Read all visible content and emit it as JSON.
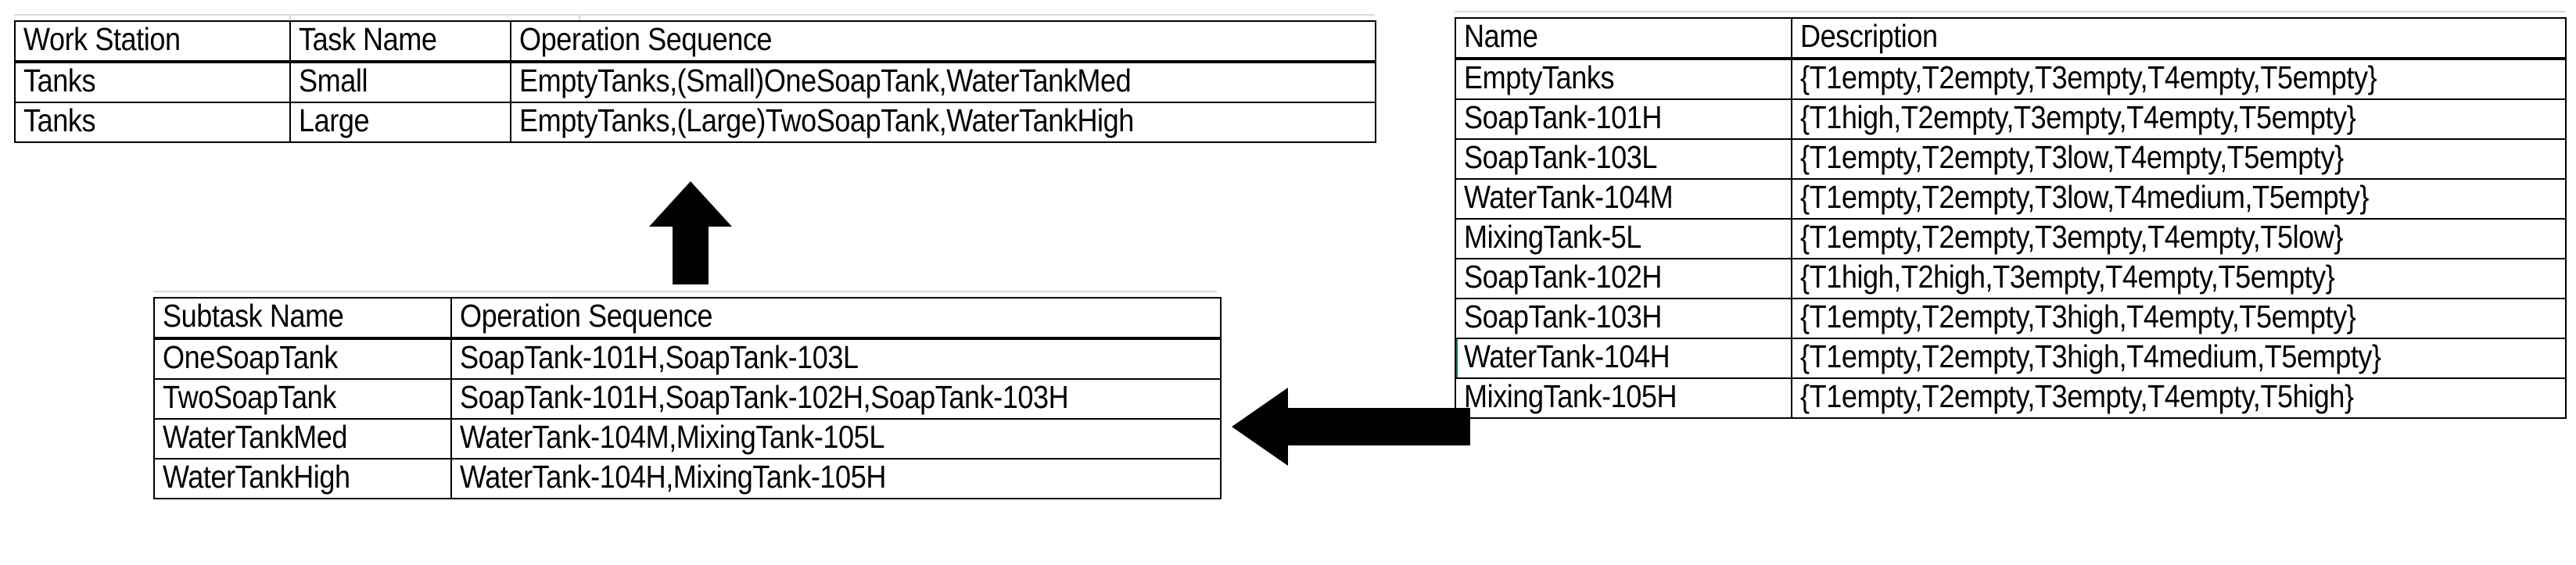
{
  "tables": {
    "task_table": {
      "name": "task-definition-table",
      "headers": [
        "Work Station",
        "Task Name",
        "Operation Sequence"
      ],
      "rows": [
        [
          "Tanks",
          "Small",
          "EmptyTanks,(Small)OneSoapTank,WaterTankMed"
        ],
        [
          "Tanks",
          "Large",
          "EmptyTanks,(Large)TwoSoapTank,WaterTankHigh"
        ]
      ]
    },
    "subtask_table": {
      "name": "subtask-definition-table",
      "headers": [
        "Subtask Name",
        "Operation Sequence"
      ],
      "rows": [
        [
          "OneSoapTank",
          "SoapTank-101H,SoapTank-103L"
        ],
        [
          "TwoSoapTank",
          "SoapTank-101H,SoapTank-102H,SoapTank-103H"
        ],
        [
          "WaterTankMed",
          "WaterTank-104M,MixingTank-105L"
        ],
        [
          "WaterTankHigh",
          "WaterTank-104H,MixingTank-105H"
        ]
      ]
    },
    "state_table": {
      "name": "operation-state-table",
      "headers": [
        "Name",
        "Description"
      ],
      "rows": [
        [
          "EmptyTanks",
          "{T1empty,T2empty,T3empty,T4empty,T5empty}"
        ],
        [
          "SoapTank-101H",
          "{T1high,T2empty,T3empty,T4empty,T5empty}"
        ],
        [
          "SoapTank-103L",
          "{T1empty,T2empty,T3low,T4empty,T5empty}"
        ],
        [
          "WaterTank-104M",
          "{T1empty,T2empty,T3low,T4medium,T5empty}"
        ],
        [
          "MixingTank-5L",
          "{T1empty,T2empty,T3empty,T4empty,T5low}"
        ],
        [
          "SoapTank-102H",
          "{T1high,T2high,T3empty,T4empty,T5empty}"
        ],
        [
          "SoapTank-103H",
          "{T1empty,T2empty,T3high,T4empty,T5empty}"
        ],
        [
          "WaterTank-104H",
          "{T1empty,T2empty,T3high,T4medium,T5empty}"
        ],
        [
          "MixingTank-105H",
          "{T1empty,T2empty,T3empty,T4empty,T5high}"
        ]
      ]
    }
  },
  "arrows": [
    {
      "name": "arrow-up",
      "direction": "up"
    },
    {
      "name": "arrow-left",
      "direction": "left"
    }
  ],
  "colors": {
    "border": "#000000",
    "background": "#ffffff",
    "grid_guide": "#d9d9d9",
    "selection": "#217346",
    "arrow": "#000000"
  }
}
